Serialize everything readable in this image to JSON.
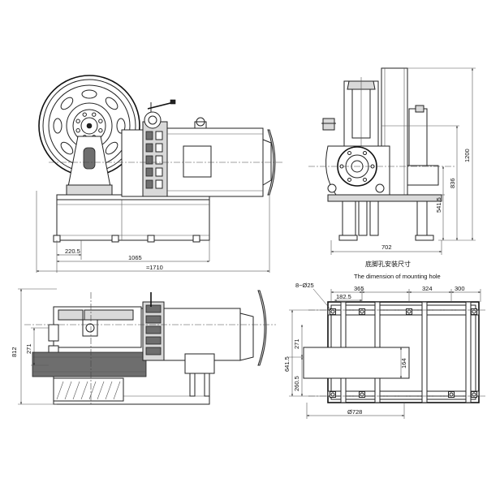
{
  "dimensions": {
    "front_view": {
      "width_220_5": "220.5",
      "width_1065": "1065",
      "width_overall": "≈1710"
    },
    "side_view": {
      "height_1200": "1200",
      "height_836": "836",
      "height_541_5": "541.5",
      "width_702": "702"
    },
    "top_view": {
      "height_812": "812",
      "height_271": "271"
    },
    "mounting": {
      "title_cn": "底脚孔安装尺寸",
      "title_en": "The dimension of mounting hole",
      "holes": "8−Ø25",
      "d_182_5": "182.5",
      "d_365": "365",
      "d_324": "324",
      "d_300": "300",
      "d_271": "271",
      "d_641_5": "641.5",
      "d_164": "164",
      "d_260_5": "260.5",
      "d_728": "Ø728"
    }
  }
}
